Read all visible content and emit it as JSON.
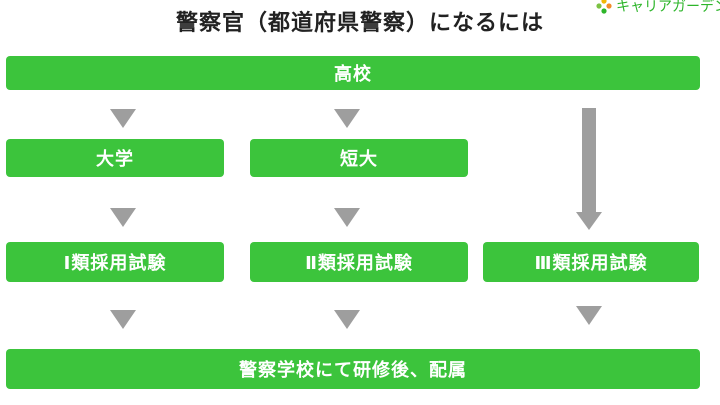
{
  "title": "警察官（都道府県警察）になるには",
  "logo": {
    "text": "キャリアガーデン"
  },
  "boxes": {
    "high_school": "高校",
    "university": "大学",
    "junior_college": "短大",
    "class1_exam": "Ⅰ類採用試験",
    "class2_exam": "Ⅱ類採用試験",
    "class3_exam": "Ⅲ類採用試験",
    "final": "警察学校にて研修後、配属"
  },
  "colors": {
    "box_green": "#3cc43c",
    "arrow_gray": "#9e9e9e",
    "logo_green": "#2db52a"
  }
}
